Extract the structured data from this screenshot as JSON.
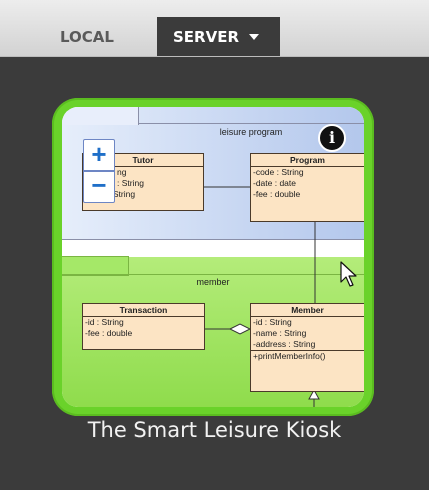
{
  "tabs": {
    "local_label": "LOCAL",
    "server_label": "SERVER"
  },
  "project": {
    "title": "The Smart Leisure Kiosk"
  },
  "diagram": {
    "package_top_name": "leisure program",
    "package_bottom_name": "member",
    "tutor": {
      "name": "Tutor",
      "attrs": [
        "ng",
        ": String",
        "-desc : String"
      ]
    },
    "program": {
      "name": "Program",
      "attrs": [
        "-code : String",
        "-date : date",
        "-fee : double"
      ]
    },
    "transaction": {
      "name": "Transaction",
      "attrs": [
        "-id : String",
        "-fee : double"
      ]
    },
    "member": {
      "name": "Member",
      "attrs": [
        "-id : String",
        "-name : String",
        "-address : String"
      ],
      "ops": [
        "+printMemberInfo()"
      ]
    }
  },
  "controls": {
    "zoom_in": "+",
    "zoom_out": "−",
    "info": "i"
  },
  "colors": {
    "accent_green": "#6ad22a",
    "background": "#3b3b3b",
    "zoom_blue": "#1f6fc8"
  }
}
